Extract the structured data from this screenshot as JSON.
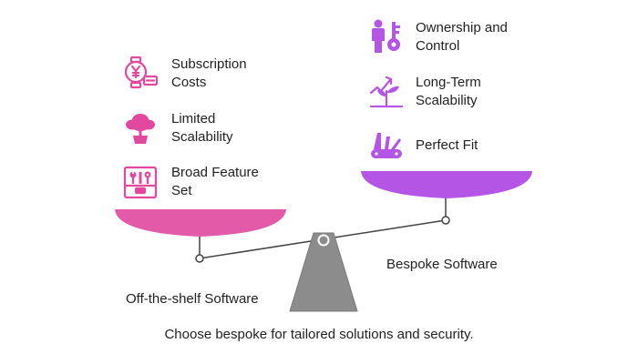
{
  "left_side": {
    "title": "Off-the-shelf Software",
    "color": "#E25AA8",
    "items": [
      {
        "line1": "Subscription",
        "line2": "Costs",
        "icon": "watch-money-icon"
      },
      {
        "line1": "Limited",
        "line2": "Scalability",
        "icon": "potted-tree-icon"
      },
      {
        "line1": "Broad Feature",
        "line2": "Set",
        "icon": "toolbox-icon"
      }
    ]
  },
  "right_side": {
    "title": "Bespoke Software",
    "color": "#B455E6",
    "items": [
      {
        "line1": "Ownership and",
        "line2": "Control",
        "icon": "person-key-icon"
      },
      {
        "line1": "Long-Term",
        "line2": "Scalability",
        "icon": "growing-plant-icon"
      },
      {
        "line1": "Perfect Fit",
        "line2": "",
        "icon": "swiss-knife-icon"
      }
    ]
  },
  "conclusion": "Choose bespoke for tailored solutions and security.",
  "colors": {
    "beam": "#444444",
    "fulcrum": "#8C8C8C"
  }
}
